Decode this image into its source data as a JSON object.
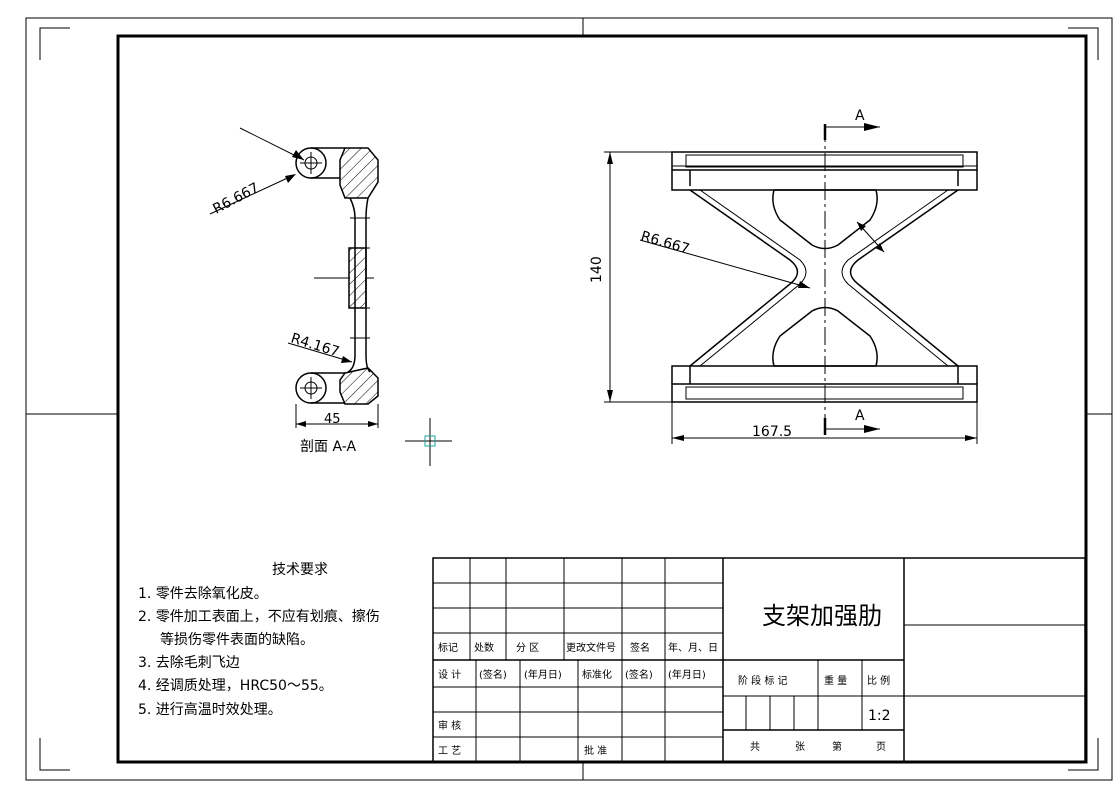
{
  "drawing": {
    "part_title": "支架加强肋",
    "scale": "1:2"
  },
  "section_view": {
    "caption": "剖面 A-A",
    "radius_top": "R6.667",
    "radius_bottom": "R4.167",
    "width_dim": "45"
  },
  "front_view": {
    "radius": "R6.667",
    "height_dim": "140",
    "width_dim": "167.5",
    "section_label_top": "A",
    "section_label_bottom": "A"
  },
  "tech_notes": {
    "title": "技术要求",
    "items": [
      "1. 零件去除氧化皮。",
      "2. 零件加工表面上，不应有划痕、擦伤",
      "等损伤零件表面的缺陷。",
      "3. 去除毛刺飞边",
      "4. 经调质处理，HRC50～55。",
      "5. 进行高温时效处理。"
    ]
  },
  "title_block": {
    "rev_header": [
      "标记",
      "处数",
      "分 区",
      "更改文件号",
      "签名",
      "年、月、日"
    ],
    "design_row": [
      "设 计",
      "(签名)",
      "(年月日)",
      "标准化",
      "(签名)",
      "(年月日)"
    ],
    "review": "审 核",
    "process": "工 艺",
    "approve": "批 准",
    "stage_header": [
      "阶 段 标 记",
      "重 量",
      "比 例"
    ],
    "sheet_row": [
      "共",
      "张",
      "第",
      "页"
    ]
  }
}
